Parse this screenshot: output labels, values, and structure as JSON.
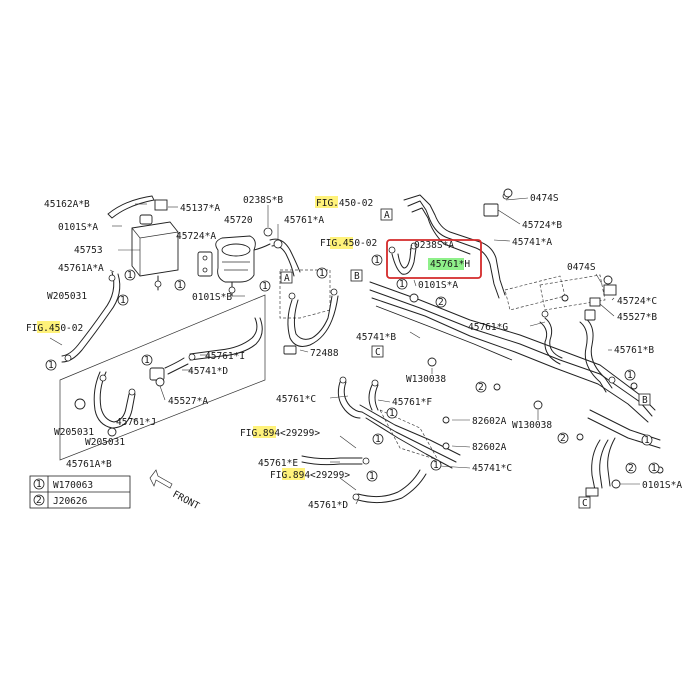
{
  "labels": {
    "p45162AB": "45162A*B",
    "p45137A": "45137*A",
    "p0238SB": "0238S*B",
    "fig450_top": "FIG.450-02",
    "p45720": "45720",
    "p45761A_top": "45761*A",
    "p0101SA_left": "0101S*A",
    "p45724A": "45724*A",
    "fig450_mid": "FIG.450-02",
    "p45753": "45753",
    "p45761A_left": "45761A*A",
    "pW205031_a": "W205031",
    "fig450_left": "FIG.450-02",
    "p0101SB": "0101S*B",
    "p72488": "72488",
    "p45761I": "45761*I",
    "p45741D": "45741*D",
    "p45527A": "45527*A",
    "p45761J": "45761*J",
    "pW205031_b": "W205031",
    "pW205031_c": "W205031",
    "p45761AB": "45761A*B",
    "p0474S_top": "0474S",
    "p45724B": "45724*B",
    "p45741A": "45741*A",
    "p0238SA": "0238S*A",
    "p45761H": "45761*H",
    "p0101SA_mid": "0101S*A",
    "p0474S_right": "0474S",
    "p45724C": "45724*C",
    "p45527B": "45527*B",
    "p45761G": "45761*G",
    "p45741B": "45741*B",
    "p45761B": "45761*B",
    "pW130038_a": "W130038",
    "pW130038_b": "W130038",
    "p45761C": "45761*C",
    "p45761F": "45761*F",
    "p82602A_a": "82602A",
    "p82602A_b": "82602A",
    "fig894_a": "FIG.894<29299>",
    "p45761E": "45761*E",
    "p45741C": "45741*C",
    "fig894_b": "FIG.894<29299>",
    "p45761D": "45761*D",
    "p0101SA_right": "0101S*A",
    "front": "FRONT"
  },
  "callouts": {
    "a": "A",
    "b": "B",
    "c": "C",
    "n1": "1",
    "n2": "2"
  },
  "legend": [
    {
      "num": "1",
      "part": "W170063"
    },
    {
      "num": "2",
      "part": "J20626"
    }
  ],
  "colors": {
    "highlight_yellow": "#fff27a",
    "highlight_green": "#8ff08a",
    "highlight_box": "#d42a2a"
  }
}
